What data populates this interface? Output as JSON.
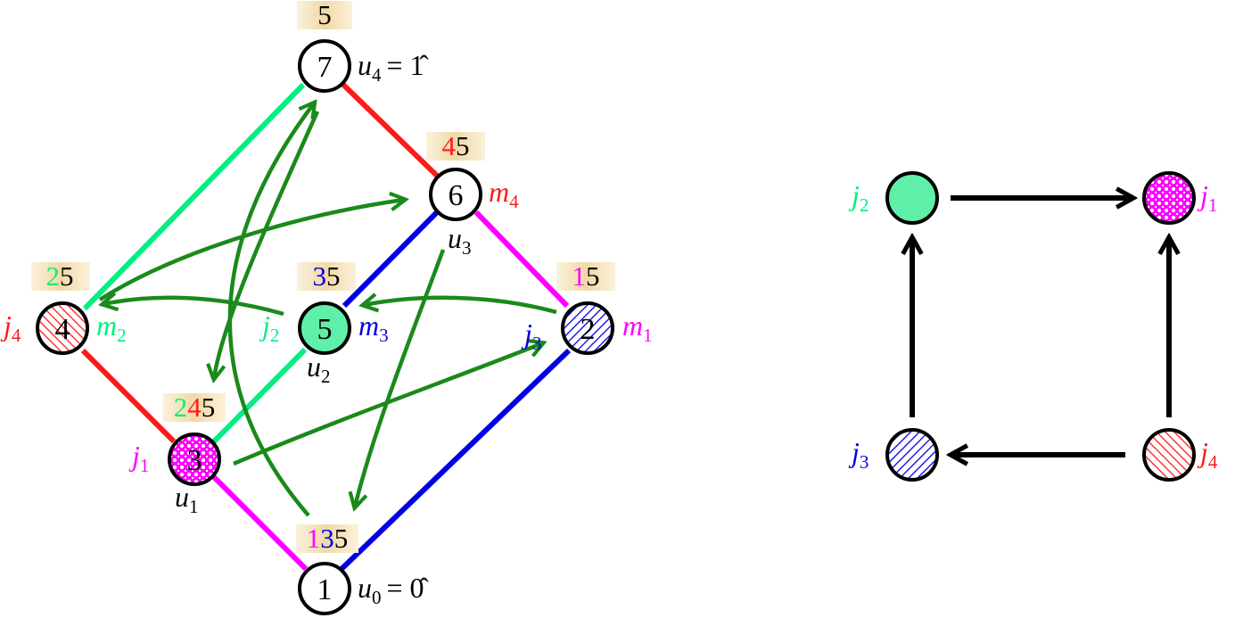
{
  "colors": {
    "red": "#ff1a1a",
    "blue": "#0000e6",
    "green_light": "#00f080",
    "magenta": "#ff00ff",
    "dark_green": "#1a8a1a",
    "black": "#000000",
    "node_fill_green": "#5ef0a8",
    "badge_fill": "#f3ddb0"
  },
  "lattice": {
    "nodes": {
      "n1": {
        "label": "1",
        "badge": [
          {
            "t": "1",
            "c": "magenta"
          },
          {
            "t": "3",
            "c": "blue"
          },
          {
            "t": "5",
            "c": "black"
          }
        ]
      },
      "n2": {
        "label": "2",
        "badge": [
          {
            "t": "1",
            "c": "magenta"
          },
          {
            "t": "5",
            "c": "black"
          }
        ]
      },
      "n3": {
        "label": "3",
        "badge": [
          {
            "t": "2",
            "c": "green_light"
          },
          {
            "t": "4",
            "c": "red"
          },
          {
            "t": "5",
            "c": "black"
          }
        ]
      },
      "n4": {
        "label": "4",
        "badge": [
          {
            "t": "2",
            "c": "green_light"
          },
          {
            "t": "5",
            "c": "black"
          }
        ]
      },
      "n5": {
        "label": "5",
        "badge": [
          {
            "t": "3",
            "c": "blue"
          },
          {
            "t": "5",
            "c": "black"
          }
        ]
      },
      "n6": {
        "label": "6",
        "badge": [
          {
            "t": "4",
            "c": "red"
          },
          {
            "t": "5",
            "c": "black"
          }
        ]
      },
      "n7": {
        "label": "7",
        "badge": [
          {
            "t": "5",
            "c": "black"
          }
        ]
      }
    },
    "labels": {
      "u0": {
        "var": "u",
        "sub": "0",
        "rhs": "= 0̂"
      },
      "u4": {
        "var": "u",
        "sub": "4",
        "rhs": "= 1̂"
      },
      "u1": {
        "var": "u",
        "sub": "1"
      },
      "u2": {
        "var": "u",
        "sub": "2"
      },
      "u3": {
        "var": "u",
        "sub": "3"
      },
      "m1": {
        "var": "m",
        "sub": "1"
      },
      "m2": {
        "var": "m",
        "sub": "2"
      },
      "m3": {
        "var": "m",
        "sub": "3"
      },
      "m4": {
        "var": "m",
        "sub": "4"
      },
      "j1": {
        "var": "j",
        "sub": "1"
      },
      "j2": {
        "var": "j",
        "sub": "2"
      },
      "j3": {
        "var": "j",
        "sub": "3"
      },
      "j4": {
        "var": "j",
        "sub": "4"
      }
    }
  },
  "quiver": {
    "j1": {
      "var": "j",
      "sub": "1"
    },
    "j2": {
      "var": "j",
      "sub": "2"
    },
    "j3": {
      "var": "j",
      "sub": "3"
    },
    "j4": {
      "var": "j",
      "sub": "4"
    }
  }
}
